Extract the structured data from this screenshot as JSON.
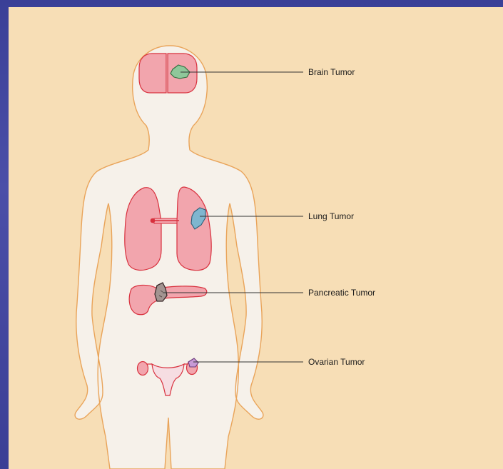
{
  "diagram": {
    "colors": {
      "background": "#4446a0",
      "panel": "#f7deb6",
      "body_fill": "#f6f1ea",
      "body_outline": "#e9a45a",
      "organ_fill": "#f2a5ad",
      "organ_outline": "#d8303d",
      "brain_tumor": "#8fc79a",
      "lung_tumor": "#7fb6cf",
      "pancreatic_tumor": "#a39491",
      "ovarian_tumor": "#c79ad6",
      "leader_line": "#333333"
    },
    "labels": {
      "brain": "Brain Tumor",
      "lung": "Lung Tumor",
      "pancreatic": "Pancreatic Tumor",
      "ovarian": "Ovarian Tumor"
    }
  }
}
